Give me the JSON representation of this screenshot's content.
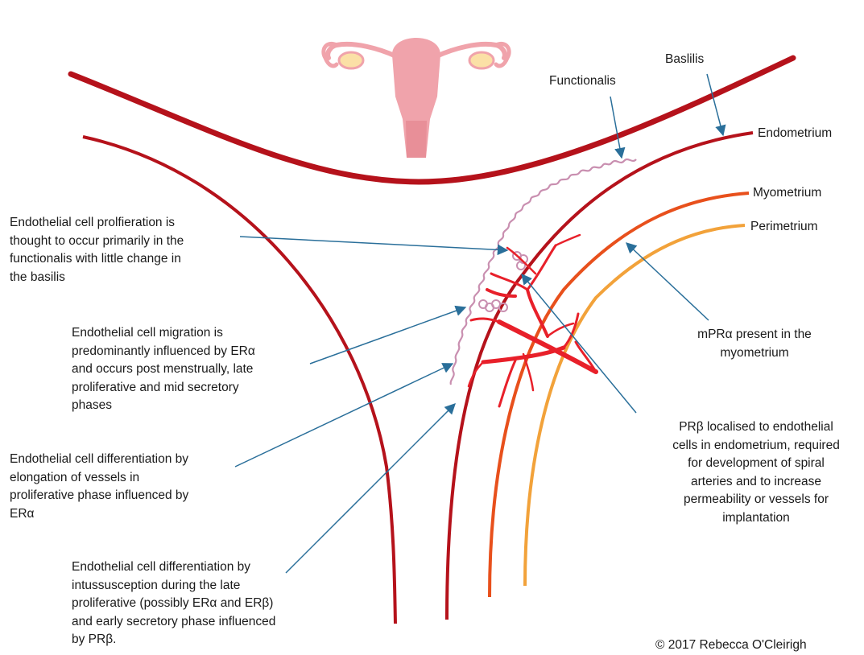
{
  "layer_labels": {
    "baslilis": "Baslilis",
    "functionalis": "Functionalis",
    "endometrium": "Endometrium",
    "myometrium": "Myometrium",
    "perimetrium": "Perimetrium"
  },
  "annotations": {
    "proliferation": [
      "Endothelial cell prolfieration is",
      "thought to occur primarily in the",
      "functionalis with little change in",
      "the basilis"
    ],
    "migration": [
      "Endothelial cell migration is",
      "predominantly influenced by ERα",
      "and occurs post menstrually, late",
      "proliferative and mid secretory",
      "phases"
    ],
    "elongation": [
      "Endothelial cell differentiation by",
      "elongation of vessels in",
      "proliferative phase influenced by",
      "ERα"
    ],
    "intussusception": [
      "Endothelial cell differentiation by",
      "intussusception during the late",
      "proliferative (possibly ERα and ERβ)",
      "and early secretory phase influenced",
      "by PRβ."
    ],
    "mpr": [
      "mPRα present in the",
      "myometrium"
    ],
    "prb": [
      "PRβ localised to endothelial",
      "cells in endometrium, required",
      "for development of spiral",
      "arteries and to increase",
      "permeability or vessels for",
      "implantation"
    ]
  },
  "copyright": "© 2017 Rebecca O'Cleirigh",
  "colors": {
    "endometrium_line": "#b5121b",
    "myometrium_line": "#e8501c",
    "perimetrium_line": "#f2a23a",
    "vessels": "#e8202a",
    "functionalis_squiggle": "#c98fb0",
    "arrows": "#2a6f9a",
    "uterus_icon": "#f0a3ab",
    "ovaries": "#fbe0a6"
  },
  "icons": [
    "uterus-icon"
  ]
}
